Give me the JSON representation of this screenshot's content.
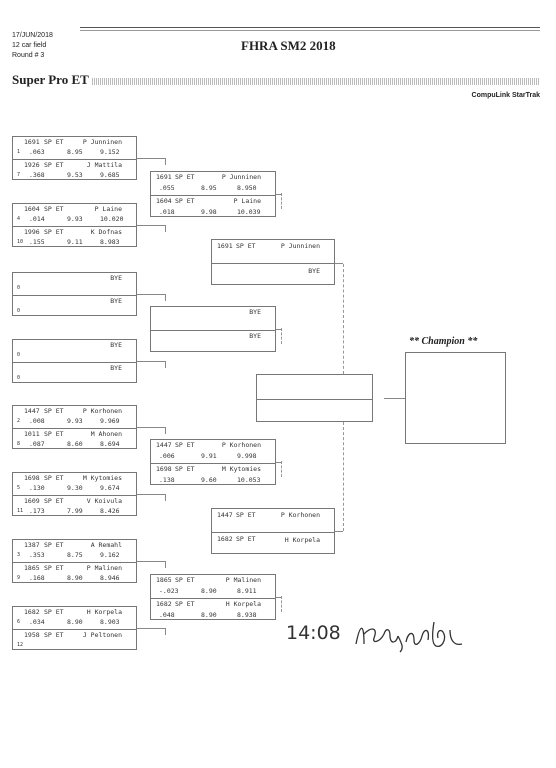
{
  "header": {
    "date": "17/JUN/2018",
    "field": "12 car field",
    "round": "Round # 3",
    "title": "FHRA SM2 2018",
    "class_name": "Super Pro ET",
    "brand": "CompuLink StarTrak"
  },
  "round1": [
    {
      "top": {
        "seed": "1",
        "dial": "1691",
        "cls": "SP ET",
        "driver": "P Junninen",
        "rt": ".063",
        "et": "8.95",
        "mph": "9.152"
      },
      "bot": {
        "seed": "7",
        "dial": "1926",
        "cls": "SP ET",
        "driver": "J Mattila",
        "rt": ".368",
        "et": "9.53",
        "mph": "9.685"
      }
    },
    {
      "top": {
        "seed": "4",
        "dial": "1604",
        "cls": "SP ET",
        "driver": "P Laine",
        "rt": ".014",
        "et": "9.93",
        "mph": "10.020"
      },
      "bot": {
        "seed": "10",
        "dial": "1996",
        "cls": "SP ET",
        "driver": "K Dofnas",
        "rt": ".155",
        "et": "9.11",
        "mph": "8.983"
      }
    },
    {
      "top": {
        "seed": "0",
        "dial": "",
        "cls": "",
        "driver": "BYE",
        "rt": "",
        "et": "",
        "mph": ""
      },
      "bot": {
        "seed": "0",
        "dial": "",
        "cls": "",
        "driver": "BYE",
        "rt": "",
        "et": "",
        "mph": ""
      }
    },
    {
      "top": {
        "seed": "0",
        "dial": "",
        "cls": "",
        "driver": "BYE",
        "rt": "",
        "et": "",
        "mph": ""
      },
      "bot": {
        "seed": "0",
        "dial": "",
        "cls": "",
        "driver": "BYE",
        "rt": "",
        "et": "",
        "mph": ""
      }
    },
    {
      "top": {
        "seed": "2",
        "dial": "1447",
        "cls": "SP ET",
        "driver": "P Korhonen",
        "rt": ".008",
        "et": "9.93",
        "mph": "9.969"
      },
      "bot": {
        "seed": "8",
        "dial": "1011",
        "cls": "SP ET",
        "driver": "M Ahonen",
        "rt": ".087",
        "et": "8.60",
        "mph": "8.694"
      }
    },
    {
      "top": {
        "seed": "5",
        "dial": "1698",
        "cls": "SP ET",
        "driver": "M Kytomies",
        "rt": ".130",
        "et": "9.30",
        "mph": "9.674"
      },
      "bot": {
        "seed": "11",
        "dial": "1609",
        "cls": "SP ET",
        "driver": "V Koivula",
        "rt": ".173",
        "et": "7.99",
        "mph": "8.426"
      }
    },
    {
      "top": {
        "seed": "3",
        "dial": "1387",
        "cls": "SP ET",
        "driver": "A Remahl",
        "rt": ".353",
        "et": "8.75",
        "mph": "9.162"
      },
      "bot": {
        "seed": "9",
        "dial": "1865",
        "cls": "SP ET",
        "driver": "P Malinen",
        "rt": ".168",
        "et": "8.90",
        "mph": "8.946"
      }
    },
    {
      "top": {
        "seed": "6",
        "dial": "1682",
        "cls": "SP ET",
        "driver": "H Korpela",
        "rt": ".034",
        "et": "8.90",
        "mph": "8.903"
      },
      "bot": {
        "seed": "12",
        "dial": "1958",
        "cls": "SP ET",
        "driver": "J Peltonen",
        "rt": "",
        "et": "",
        "mph": ""
      }
    }
  ],
  "round2": [
    {
      "top": {
        "dial": "1691",
        "cls": "SP ET",
        "driver": "P Junninen",
        "rt": ".055",
        "et": "8.95",
        "mph": "8.950"
      },
      "bot": {
        "dial": "1604",
        "cls": "SP ET",
        "driver": "P Laine",
        "rt": ".018",
        "et": "9.98",
        "mph": "10.039"
      }
    },
    {
      "top": {
        "dial": "",
        "cls": "",
        "driver": "BYE",
        "rt": "",
        "et": "",
        "mph": ""
      },
      "bot": {
        "dial": "",
        "cls": "",
        "driver": "BYE",
        "rt": "",
        "et": "",
        "mph": ""
      }
    },
    {
      "top": {
        "dial": "1447",
        "cls": "SP ET",
        "driver": "P Korhonen",
        "rt": ".006",
        "et": "9.91",
        "mph": "9.998"
      },
      "bot": {
        "dial": "1698",
        "cls": "SP ET",
        "driver": "M Kytomies",
        "rt": ".138",
        "et": "9.60",
        "mph": "10.053"
      }
    },
    {
      "top": {
        "dial": "1865",
        "cls": "SP ET",
        "driver": "P Malinen",
        "rt": "-.023",
        "et": "8.90",
        "mph": "8.911"
      },
      "bot": {
        "dial": "1682",
        "cls": "SP ET",
        "driver": "H Korpela",
        "rt": ".048",
        "et": "8.90",
        "mph": "8.938"
      }
    }
  ],
  "round3": [
    {
      "top": {
        "dial": "1691",
        "cls": "SP ET",
        "driver": "P Junninen"
      },
      "bot": {
        "dial": "",
        "cls": "",
        "driver": "BYE"
      }
    },
    {
      "top": {
        "dial": "1447",
        "cls": "SP ET",
        "driver": "P Korhonen"
      },
      "bot": {
        "dial": "1682",
        "cls": "SP ET",
        "driver": "H Korpela"
      }
    }
  ],
  "champion": {
    "label": "** Champion **"
  },
  "handwritten": {
    "time": "14:08"
  }
}
